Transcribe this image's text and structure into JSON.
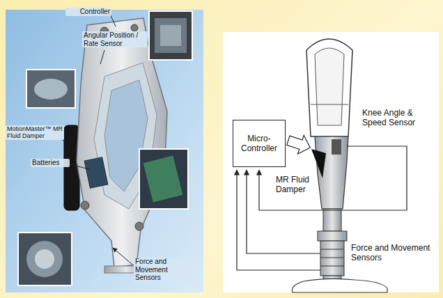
{
  "diagram": {
    "nodes": [
      {
        "text": [
          "Micro-Controller"
        ]
      }
    ],
    "labels": [
      "Controller",
      "Angular Position / Rate Sensor",
      "MotionMaster™ MR Fluid Damper",
      "Batteries",
      "Force and Movement Sensors",
      "Knee Angle & Speed Sensor",
      "MR Fluid Damper",
      "Force and Movement Sensors"
    ]
  }
}
